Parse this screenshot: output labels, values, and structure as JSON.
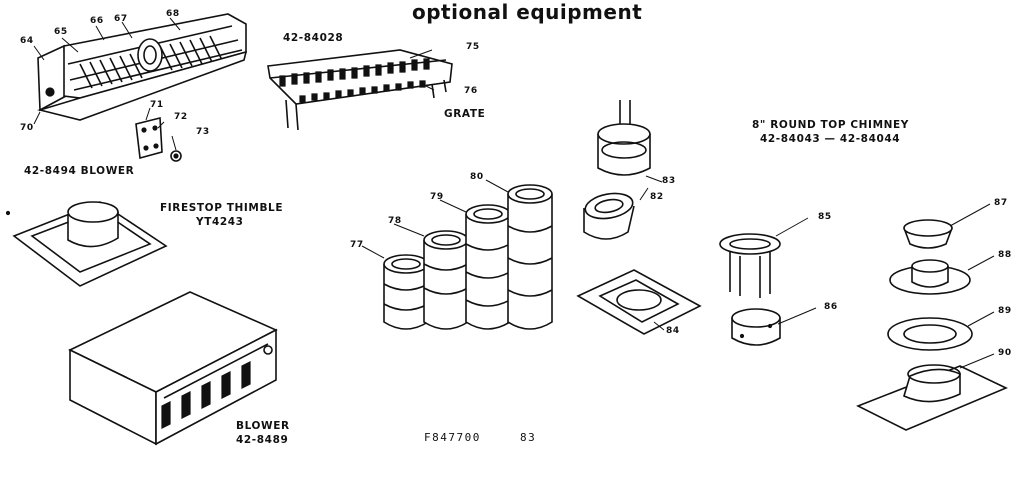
{
  "title": "optional equipment",
  "groups": {
    "blower_small": {
      "name": "42-8494 BLOWER"
    },
    "grate": {
      "number": "42-84028",
      "name": "GRATE"
    },
    "firestop": {
      "name": "FIRESTOP THIMBLE",
      "number": "YT4243"
    },
    "blower_large": {
      "name": "BLOWER",
      "number": "42-8489"
    },
    "chimney": {
      "name": "8\" ROUND TOP CHIMNEY",
      "numbers": "42-84043 — 42-84044"
    }
  },
  "footer": {
    "code": "F847700",
    "page": "83"
  },
  "callouts": {
    "c64": "64",
    "c65": "65",
    "c66": "66",
    "c67": "67",
    "c68": "68",
    "c70": "70",
    "c71": "71",
    "c72": "72",
    "c73": "73",
    "c75": "75",
    "c76": "76",
    "c77": "77",
    "c78": "78",
    "c79": "79",
    "c80": "80",
    "c82": "82",
    "c83": "83",
    "c84": "84",
    "c85": "85",
    "c86": "86",
    "c87": "87",
    "c88": "88",
    "c89": "89",
    "c90": "90"
  }
}
